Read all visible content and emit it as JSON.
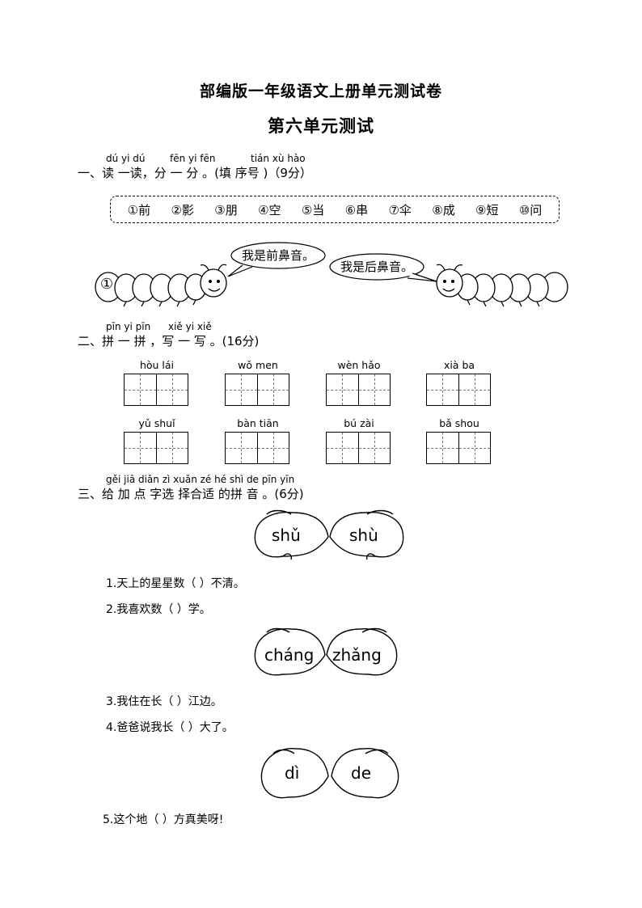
{
  "header": {
    "title": "部编版一年级语文上册单元测试卷",
    "subtitle": "第六单元测试"
  },
  "section1": {
    "pinyin_a": "dú yi dú",
    "pinyin_b": "fēn yi fēn",
    "pinyin_c": "tián xù hào",
    "text": "一、读 一读，分 一 分 。(填  序号 )（9分）",
    "chars": [
      "①前",
      "②影",
      "③朋",
      "④空",
      "⑤当",
      "⑥串",
      "⑦伞",
      "⑧成",
      "⑨短",
      "⑩问"
    ],
    "bubble_left": "我是前鼻音。",
    "bubble_right": "我是后鼻音。",
    "caterpillar_label": "①"
  },
  "section2": {
    "pinyin_a": "pīn yi pīn",
    "pinyin_b": "xiě yi xiě",
    "text": "二、拼 一 拼 ，写 一 写 。(16分)",
    "words": [
      "hòu lái",
      "wǒ men",
      "wèn hǎo",
      "xià  ba",
      "yǔ shuǐ",
      "bàn tiān",
      "bú zài",
      "bǎ shou"
    ]
  },
  "section3": {
    "pinyin": "gěi jiā diǎn zì xuǎn zé hé shì de pīn yīn",
    "text": "三、给 加 点  字选  择合适 的拼 音 。(6分)",
    "pair1": [
      "shǔ",
      "shù"
    ],
    "pair2": [
      "cháng",
      "zhǎng"
    ],
    "pair3": [
      "dì",
      "de"
    ],
    "q1": "1.天上的星星数（        ）不清。",
    "q2": "2.我喜欢数（        ）学。",
    "q3": "3.我住在长（        ）江边。",
    "q4": "4.爸爸说我长（        ）大了。",
    "q5": "5.这个地（        ）方真美呀!"
  }
}
